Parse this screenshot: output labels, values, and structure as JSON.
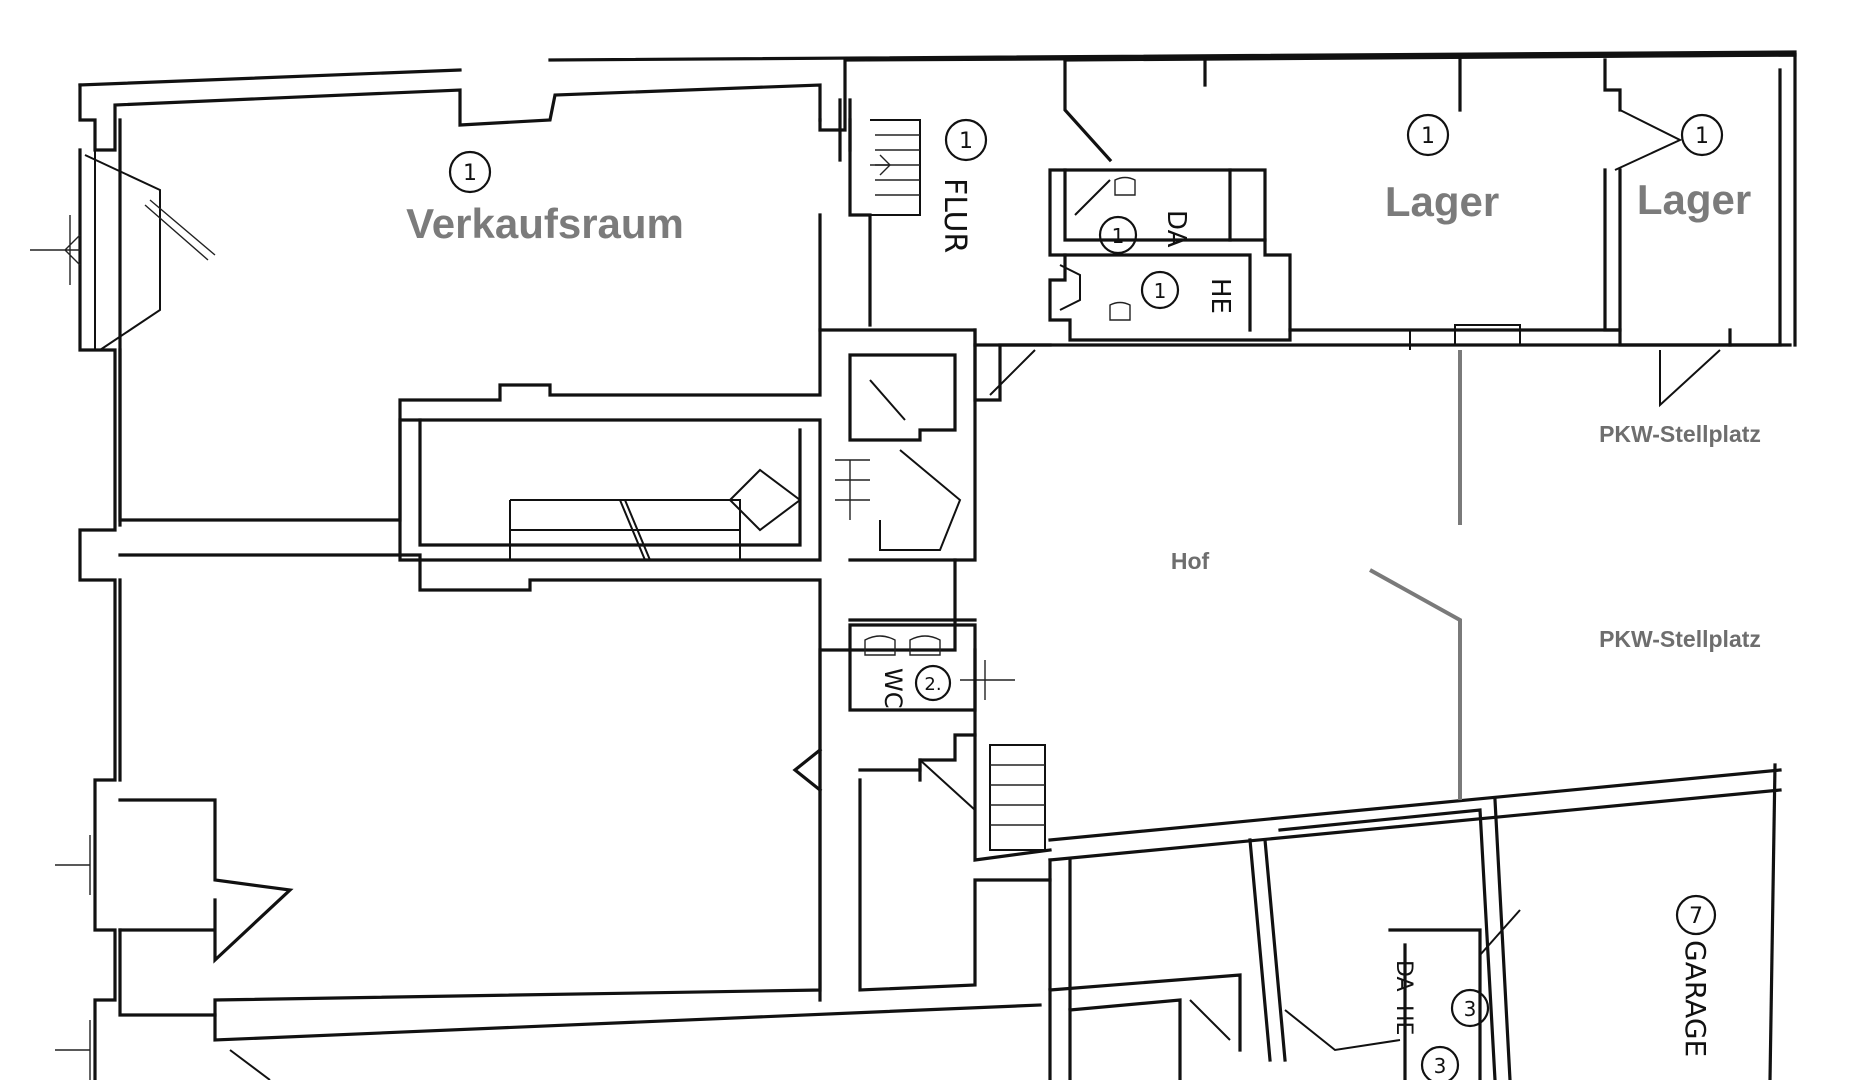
{
  "rooms": {
    "verkaufsraum": {
      "label": "Verkaufsraum",
      "number": "1"
    },
    "flur": {
      "label": "FLUR",
      "number": "1"
    },
    "lager_1": {
      "label": "Lager",
      "number": "1"
    },
    "lager_2": {
      "label": "Lager",
      "number": "1"
    },
    "wc_da": {
      "label": "DA",
      "number": "1"
    },
    "wc_he": {
      "label": "HE",
      "number": "1"
    },
    "wc_ground": {
      "label": "WC",
      "number": "2."
    },
    "hof": {
      "label": "Hof"
    },
    "pkw_1": {
      "label": "PKW-Stellplatz"
    },
    "pkw_2": {
      "label": "PKW-Stellplatz"
    },
    "garage": {
      "label": "GARAGE",
      "number": "7"
    },
    "da_lower": {
      "label": "DA",
      "number": "3"
    },
    "he_lower": {
      "label": "HE",
      "number": "3"
    }
  }
}
